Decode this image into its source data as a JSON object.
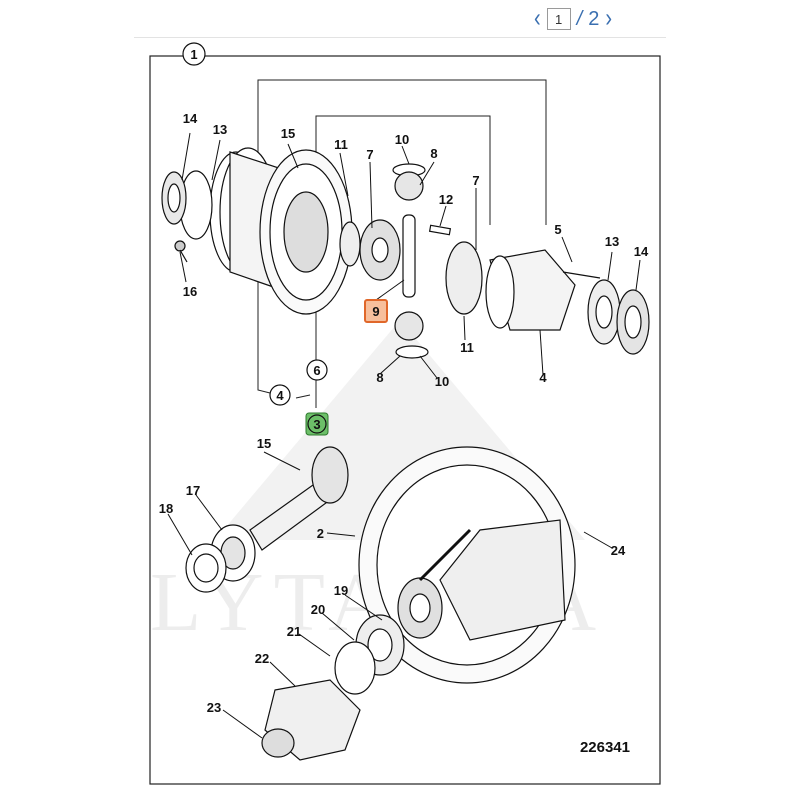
{
  "pager": {
    "current": "1",
    "separator": "/",
    "total": "2"
  },
  "diagram_number": "226341",
  "watermark": "LYTAGRA",
  "colors": {
    "highlight_orange": "#f08a4b",
    "highlight_green": "#6cbf68",
    "line": "#111111"
  },
  "callouts": {
    "c1": "1",
    "c2": "2",
    "c3": "3",
    "c4a": "4",
    "c4b": "4",
    "c5": "5",
    "c6": "6",
    "c7a": "7",
    "c7b": "7",
    "c8a": "8",
    "c8b": "8",
    "c9": "9",
    "c10a": "10",
    "c10b": "10",
    "c11a": "11",
    "c11b": "11",
    "c12": "12",
    "c13a": "13",
    "c13b": "13",
    "c14a": "14",
    "c14b": "14",
    "c15a": "15",
    "c15b": "15",
    "c16": "16",
    "c17": "17",
    "c18": "18",
    "c19": "19",
    "c20": "20",
    "c21": "21",
    "c22": "22",
    "c23": "23",
    "c24": "24"
  }
}
